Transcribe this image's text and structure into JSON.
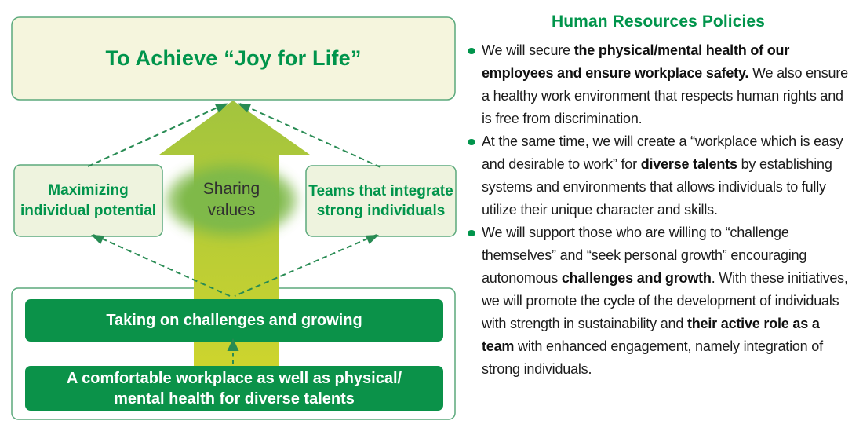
{
  "diagram": {
    "goal_box": "To Achieve “Joy for Life”",
    "left_box": "Maximizing individual potential",
    "center_ellipse": "Sharing values",
    "right_box": "Teams that integrate strong individuals",
    "challenge_bar": "Taking on challenges and growing",
    "workplace_bar_line1": "A comfortable workplace as well as physical/",
    "workplace_bar_line2": "mental health for diverse talents"
  },
  "policies": {
    "title": "Human Resources Policies",
    "bullets": [
      {
        "segments": [
          {
            "text": "We will secure ",
            "bold": false
          },
          {
            "text": "the physical/mental health of our employees and ensure workplace safety.",
            "bold": true
          },
          {
            "text": " We also ensure a healthy work environment that respects human rights and is free from discrimination.",
            "bold": false
          }
        ]
      },
      {
        "segments": [
          {
            "text": "At the same time, we will create a “workplace which is easy and desirable to work” for ",
            "bold": false
          },
          {
            "text": "diverse talents",
            "bold": true
          },
          {
            "text": " by establishing systems and environments that allows individuals to fully utilize their unique character and skills.",
            "bold": false
          }
        ]
      },
      {
        "segments": [
          {
            "text": "We will support those who are willing to “challenge themselves” and “seek personal growth” encouraging autonomous ",
            "bold": false
          },
          {
            "text": "challenges and growth",
            "bold": true
          },
          {
            "text": ". With these initiatives, we will promote the cycle of the development of individuals with strength in sustainability and ",
            "bold": false
          },
          {
            "text": "their active role as a team",
            "bold": true
          },
          {
            "text": " with enhanced engagement, namely integration of strong individuals.",
            "bold": false
          }
        ]
      }
    ]
  },
  "colors": {
    "green-text": "#00944b",
    "green-dark-box": "#0b9249",
    "green-border": "#5ba97c",
    "green-dashed": "#288b53",
    "arrow-top": "#a2c43e",
    "arrow-bottom": "#cdd42e",
    "ellipse-green": "#7fb94a",
    "box-cream": "#f5f5dd",
    "box-light": "#eef3de"
  }
}
